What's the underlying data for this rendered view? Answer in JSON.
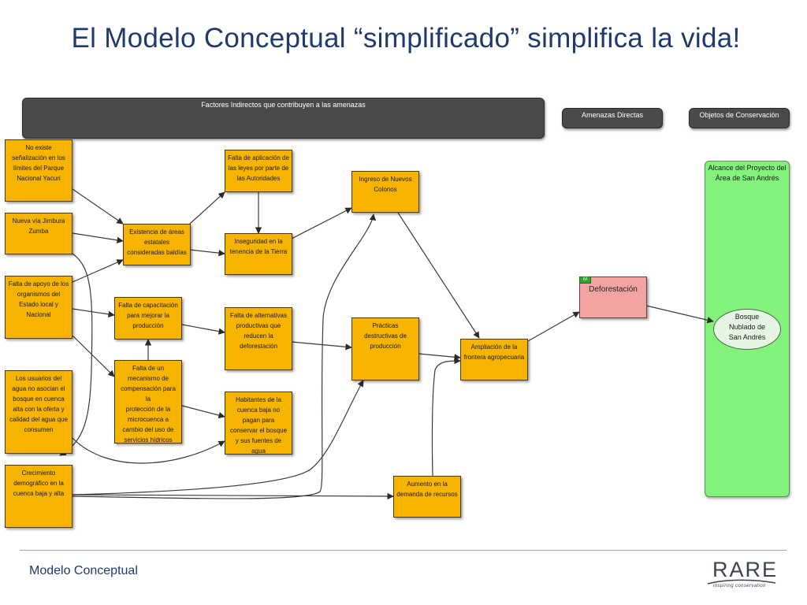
{
  "slide": {
    "title": "El Modelo Conceptual “simplificado” simplifica la vida!",
    "footer": "Modelo Conceptual"
  },
  "headers": {
    "indirect": "Factores Indirectos que contribuyen a las amenazas",
    "direct": "Amenazas Directas",
    "targets": "Objetos de Conservación"
  },
  "factors": {
    "senalizacion": "No existe\nseñalización en los\nlímites del Parque\nNacional Yacuri",
    "via": "Nueva vía Jimbura\nZumba",
    "apoyo": "Falta de apoyo de los\norganismos del\nEstado local y\nNacional",
    "usuarios": "Los usuarios del\nagua no asocian el\nbosque en cuenca\nalta con la oferta y\ncalidad del agua que\nconsumen",
    "crecimiento": "Crecimiento\ndemográfico en la\ncuenca baja y alta",
    "areas_baldias": "Existencia de áreas\nestatales\nconsideradas baldías",
    "leyes": "Falta de aplicación de\nlas leyes por parte de\nlas Autoridades",
    "inseguridad": "Inseguridad en la\ntenencia de la Tierra",
    "capacitacion": "Falta de capacitación\npara mejorar la\nproducción",
    "compensacion": "Falta de un\nmecanismo de\ncompensación para la\nprotección de la\nmicrocuenca a\ncambio del uso de\nservicios hídricos",
    "alternativas": "Falta de alternativas\nproductivas que\nreducen la\ndeforestación",
    "habitantes": "Habitantes de la\ncuenca baja no\npagan para\nconservar el bosque\ny sus fuentes de agua",
    "colonos": "Ingreso de Nuevos\nColonos",
    "practicas": "Prácticas\ndestructivas de\nproducción",
    "ampliacion": "Ampliación de la\nfrontera agropecuaria",
    "demanda": "Aumento en la\ndemanda de recursos"
  },
  "threat": {
    "tag": "M",
    "label": "Deforestación"
  },
  "scope": {
    "label": "Alcance del Proyecto del\nÁrea de San Andrés"
  },
  "target": {
    "label": "Bosque\nNublado de\nSan Andrés"
  },
  "logo": {
    "word": "RARE",
    "tagline": "inspiring conservation"
  },
  "colors": {
    "factor_fill": "#f6b400",
    "threat_fill": "#f4a3a3",
    "scope_fill": "#82f27a",
    "header_fill": "#4a4a4a",
    "title_color": "#1f3a6e"
  }
}
